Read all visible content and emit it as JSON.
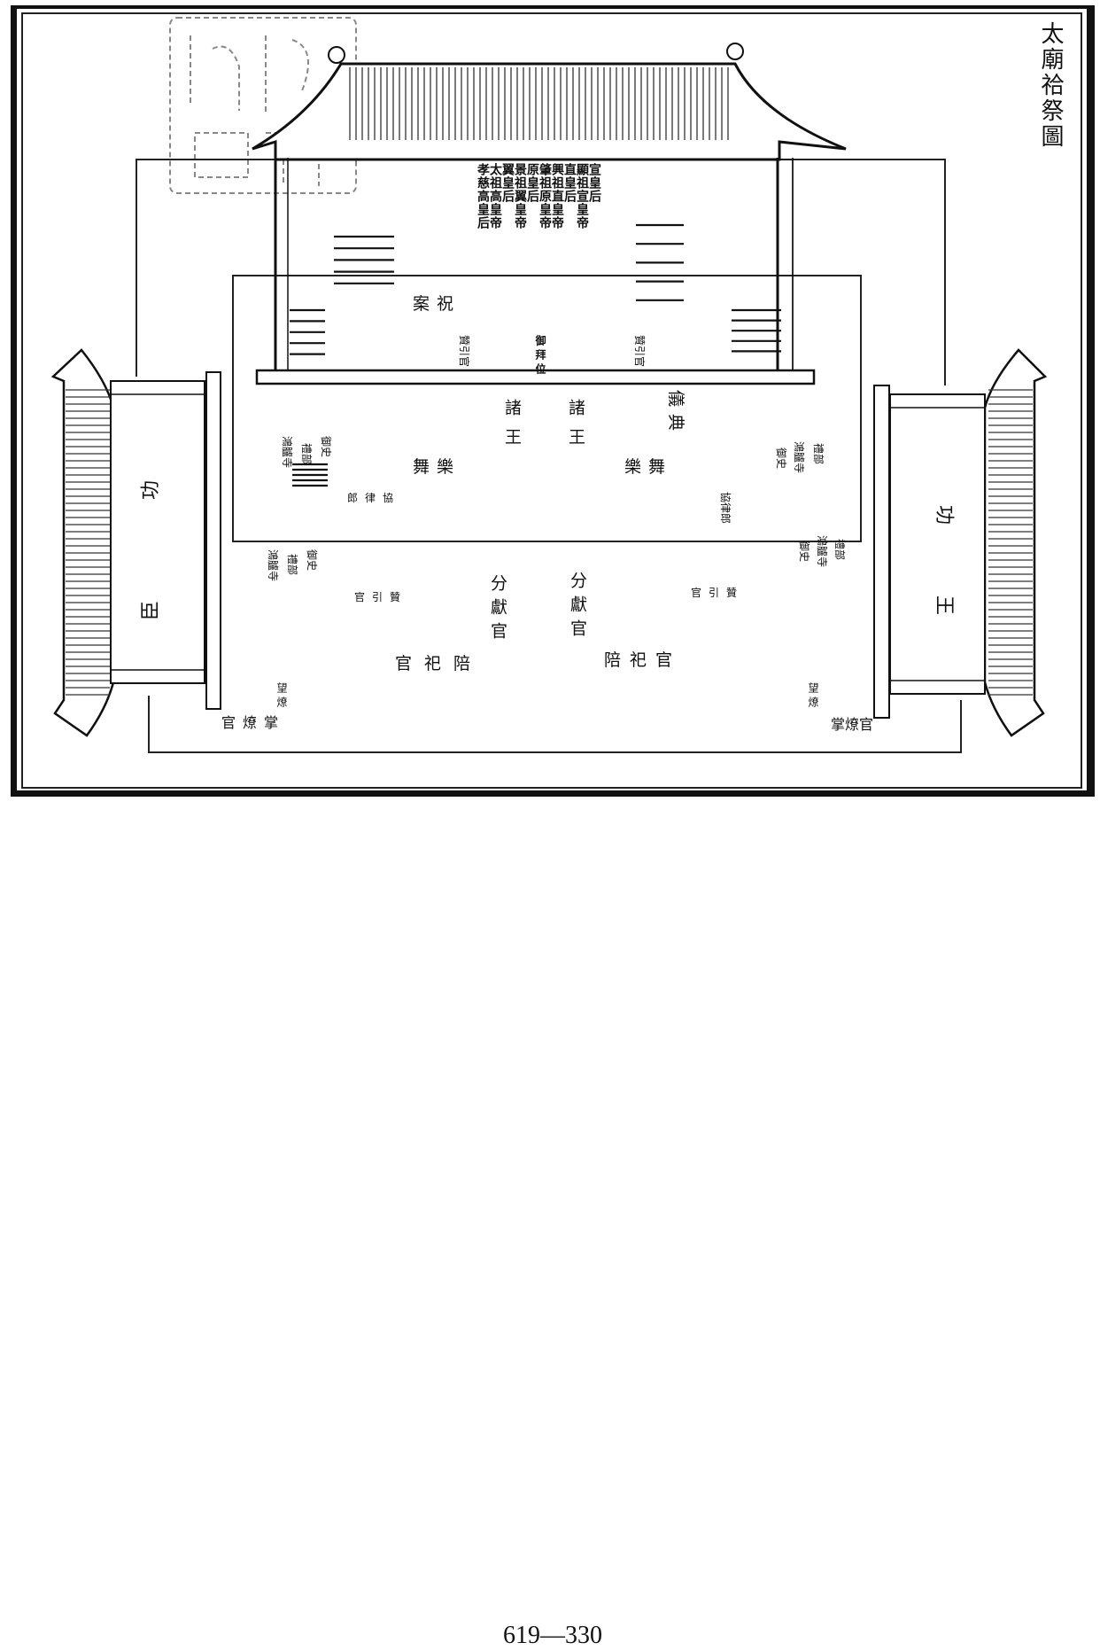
{
  "title": "太廟祫祭圖",
  "tablets": [
    "宣皇后",
    "顯祖宣皇帝",
    "直皇后",
    "興祖直皇帝",
    "肇祖原皇帝",
    "原皇后",
    "景祖翼皇帝",
    "翼皇后",
    "太祖高皇帝",
    "孝慈高皇后"
  ],
  "labels": {
    "altar_table": "祝案",
    "emperor_position": "御拜位",
    "ushering_official": "贊引官",
    "ceremony_master": "典儀",
    "princes": "諸王",
    "music_dance": "樂舞",
    "music_director": "協律郎",
    "censor": "御史",
    "rites_ministry": "禮部",
    "honglu_court": "鴻臚寺",
    "branch_offering_official": "分獻官",
    "attending_official": "陪祀官",
    "burning_official": "掌燎官",
    "burning_watch": "望燎",
    "west_hall_label": [
      "功",
      "臣"
    ],
    "east_hall_label": [
      "功",
      "王"
    ]
  },
  "page_number": "619—330"
}
